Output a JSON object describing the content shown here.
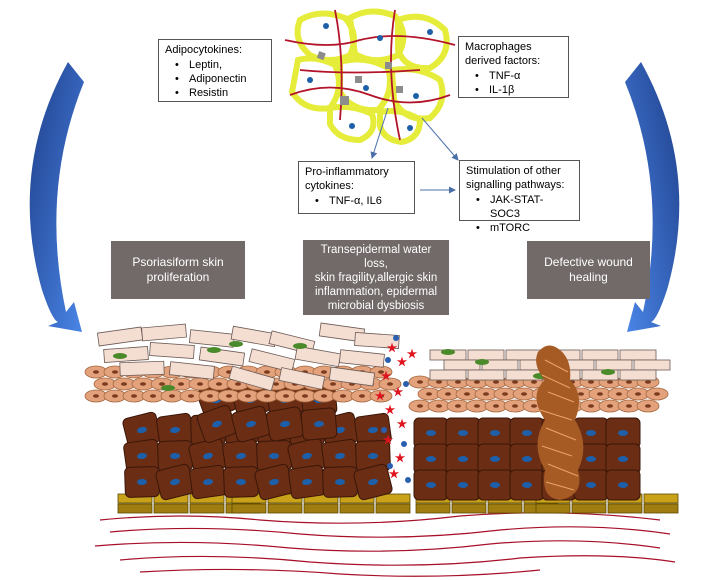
{
  "adipocytokines": {
    "title": "Adipocytokines:",
    "items": [
      "Leptin,",
      "Adiponectin",
      "Resistin"
    ]
  },
  "macrophages": {
    "title_line1": "Macrophages",
    "title_line2": "derived  factors:",
    "items": [
      "TNF-α",
      "IL-1β"
    ]
  },
  "proinflammatory": {
    "title_line1": "Pro-inflammatory",
    "title_line2": "cytokines:",
    "items": [
      "TNF-α, IL6"
    ]
  },
  "signalling": {
    "title_line1": "Stimulation of other",
    "title_line2": "signalling pathways:",
    "items": [
      "JAK-STAT-SOC3",
      "mTORC"
    ]
  },
  "effects": {
    "left": {
      "line1": "Psoriasiform skin",
      "line2": "proliferation"
    },
    "center": {
      "line1": "Transepidermal water loss,",
      "line2": "skin fragility,allergic skin",
      "line3": "inflammation, epidermal",
      "line4": "microbial dysbiosis"
    },
    "right": {
      "line1": "Defective wound",
      "line2": "healing"
    }
  },
  "colors": {
    "effect_box": "#716a69",
    "arrow_blue": "#2f5fb8",
    "adipocyte_ring": "#e6ec3a",
    "vessel_red": "#b3142a",
    "basal_cell": "#6b2e14",
    "spinous_cell": "#e3a27c",
    "corneocyte": "#f4ded2",
    "basement": "#b8860b",
    "dermis_fiber": "#a8102a"
  }
}
